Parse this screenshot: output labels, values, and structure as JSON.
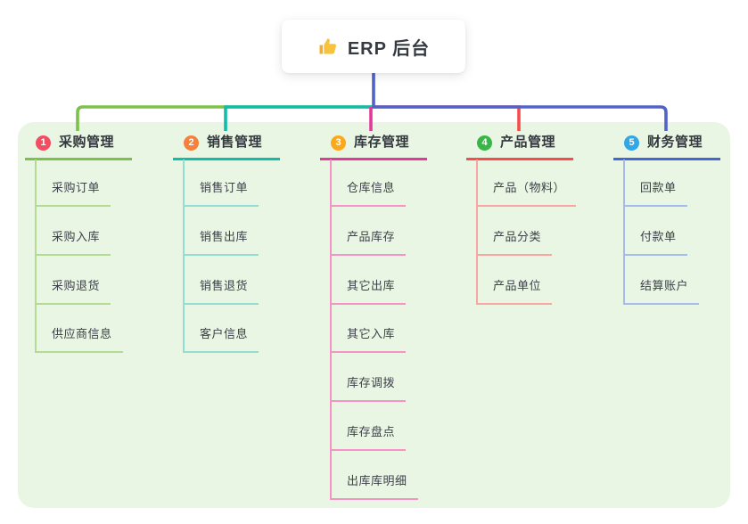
{
  "root": {
    "label": "ERP 后台",
    "icon": "thumbs-up-icon",
    "icon_color": "#f9c23c"
  },
  "canvas": {
    "panel_bg": "#eaf6e4",
    "root_line_color": "#5163c8"
  },
  "branches": [
    {
      "index": "1",
      "label": "采购管理",
      "badge_color": "#f44d61",
      "line_color": "#7cc24a",
      "child_line_color": "#b4db94",
      "children": [
        "采购订单",
        "采购入库",
        "采购退货",
        "供应商信息"
      ]
    },
    {
      "index": "2",
      "label": "销售管理",
      "badge_color": "#f5813b",
      "line_color": "#10bda8",
      "child_line_color": "#92ded2",
      "children": [
        "销售订单",
        "销售出库",
        "销售退货",
        "客户信息"
      ]
    },
    {
      "index": "3",
      "label": "库存管理",
      "badge_color": "#fba91c",
      "line_color": "#e23a99",
      "child_line_color": "#f393c6",
      "children": [
        "仓库信息",
        "产品库存",
        "其它出库",
        "其它入库",
        "库存调拨",
        "库存盘点",
        "出库库明细"
      ]
    },
    {
      "index": "4",
      "label": "产品管理",
      "badge_color": "#39b54a",
      "line_color": "#f74c4c",
      "child_line_color": "#f9a6a2",
      "children": [
        "产品（物料）",
        "产品分类",
        "产品单位"
      ]
    },
    {
      "index": "5",
      "label": "财务管理",
      "badge_color": "#2fa7e9",
      "line_color": "#4467d6",
      "child_line_color": "#a5baed",
      "children": [
        "回款单",
        "付款单",
        "结算账户"
      ]
    }
  ]
}
